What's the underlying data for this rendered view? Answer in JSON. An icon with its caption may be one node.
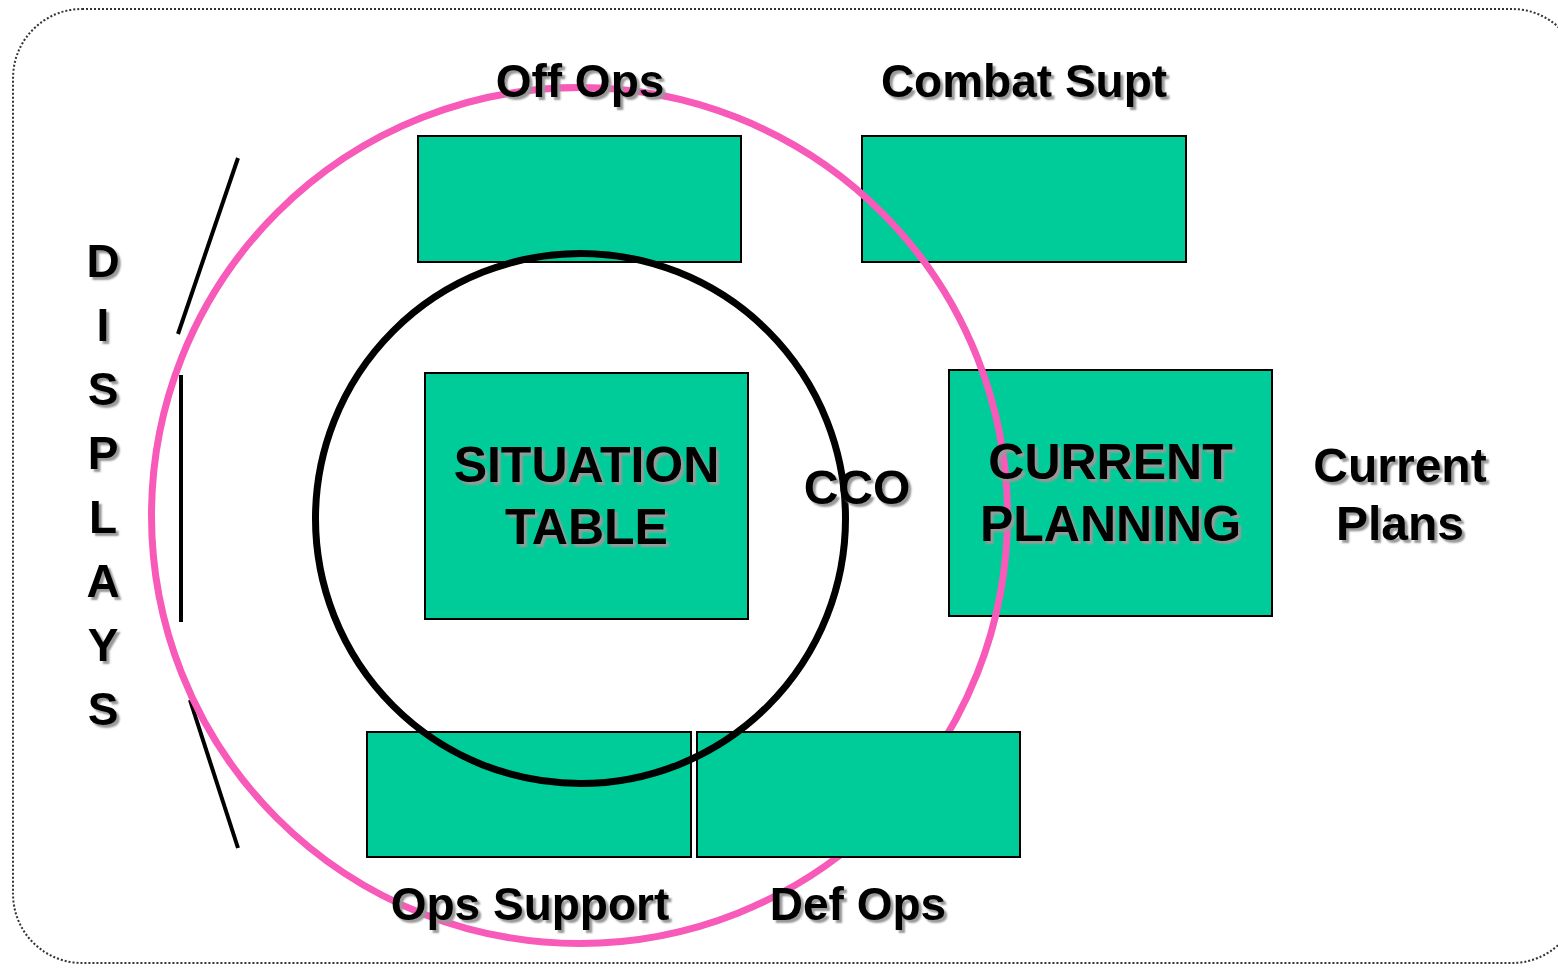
{
  "diagram": {
    "nodes": [
      {
        "text": [
          "Off Ops"
        ],
        "in": 2
      },
      {
        "text": [
          "Combat Supt"
        ]
      },
      {
        "text": [],
        "shape": "circle"
      },
      {
        "text": [],
        "shape": "circle",
        "in": 2
      },
      {
        "text": [
          "SITUATION TABLE"
        ],
        "in": 3
      },
      {
        "text": [
          "CURRENT PLANNING"
        ],
        "beside": [
          "Current Plans"
        ]
      },
      {
        "text": [
          "Ops Support"
        ],
        "in": 2
      },
      {
        "text": [
          "Def Ops"
        ],
        "in": 2
      }
    ],
    "edges": [],
    "labels": [
      "DISPLAYS",
      "CCO"
    ]
  }
}
